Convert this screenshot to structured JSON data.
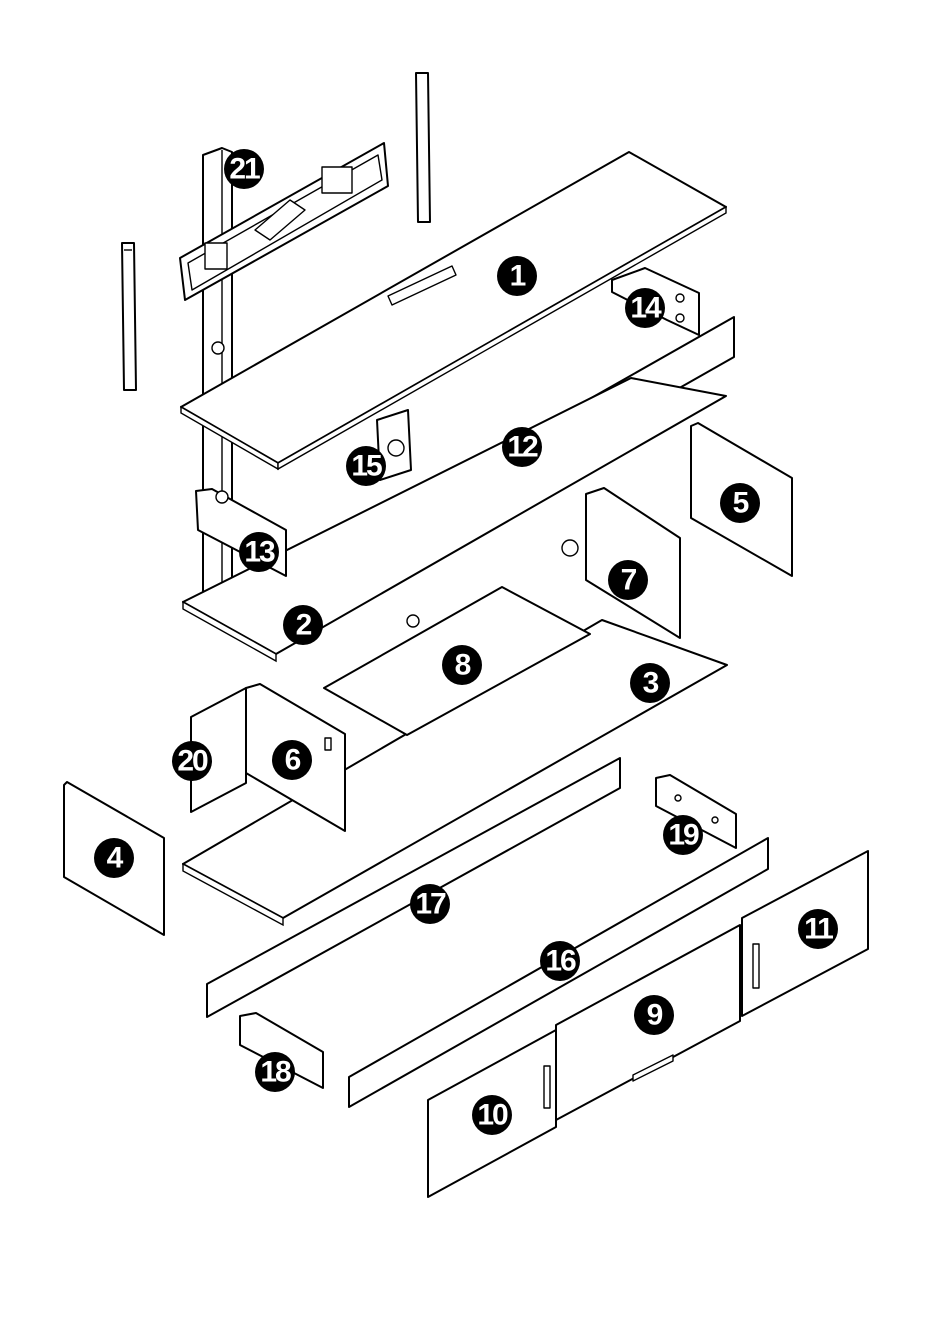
{
  "part_labels": [
    "1",
    "2",
    "3",
    "4",
    "5",
    "6",
    "7",
    "8",
    "9",
    "10",
    "11",
    "12",
    "13",
    "14",
    "15",
    "16",
    "17",
    "18",
    "19",
    "20",
    "21"
  ]
}
